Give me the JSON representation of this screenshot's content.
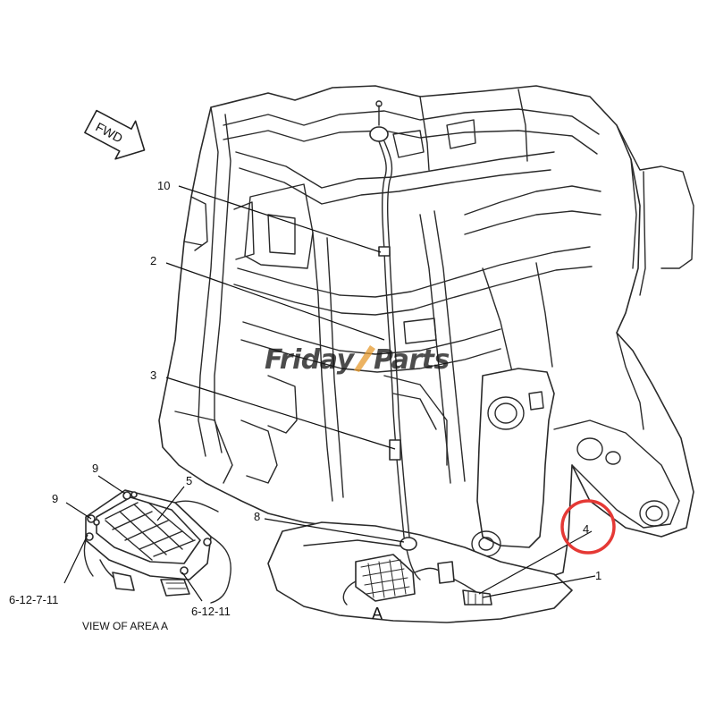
{
  "diagram": {
    "direction_arrow": "FWD",
    "callouts": {
      "c10": "10",
      "c2": "2",
      "c3": "3",
      "c8": "8",
      "c1": "1",
      "c4": "4",
      "c9a": "9",
      "c9b": "9",
      "c5": "5",
      "c61271": "6-12-7-11",
      "c61211": "6-12-11"
    },
    "area_marker": "A",
    "inset_caption": "VIEW OF AREA A",
    "watermark": {
      "part1": "Friday",
      "part2": "Parts"
    },
    "colors": {
      "line": "#2a2a2a",
      "highlight_circle": "#e53935",
      "watermark": "#6f9fd8"
    }
  }
}
